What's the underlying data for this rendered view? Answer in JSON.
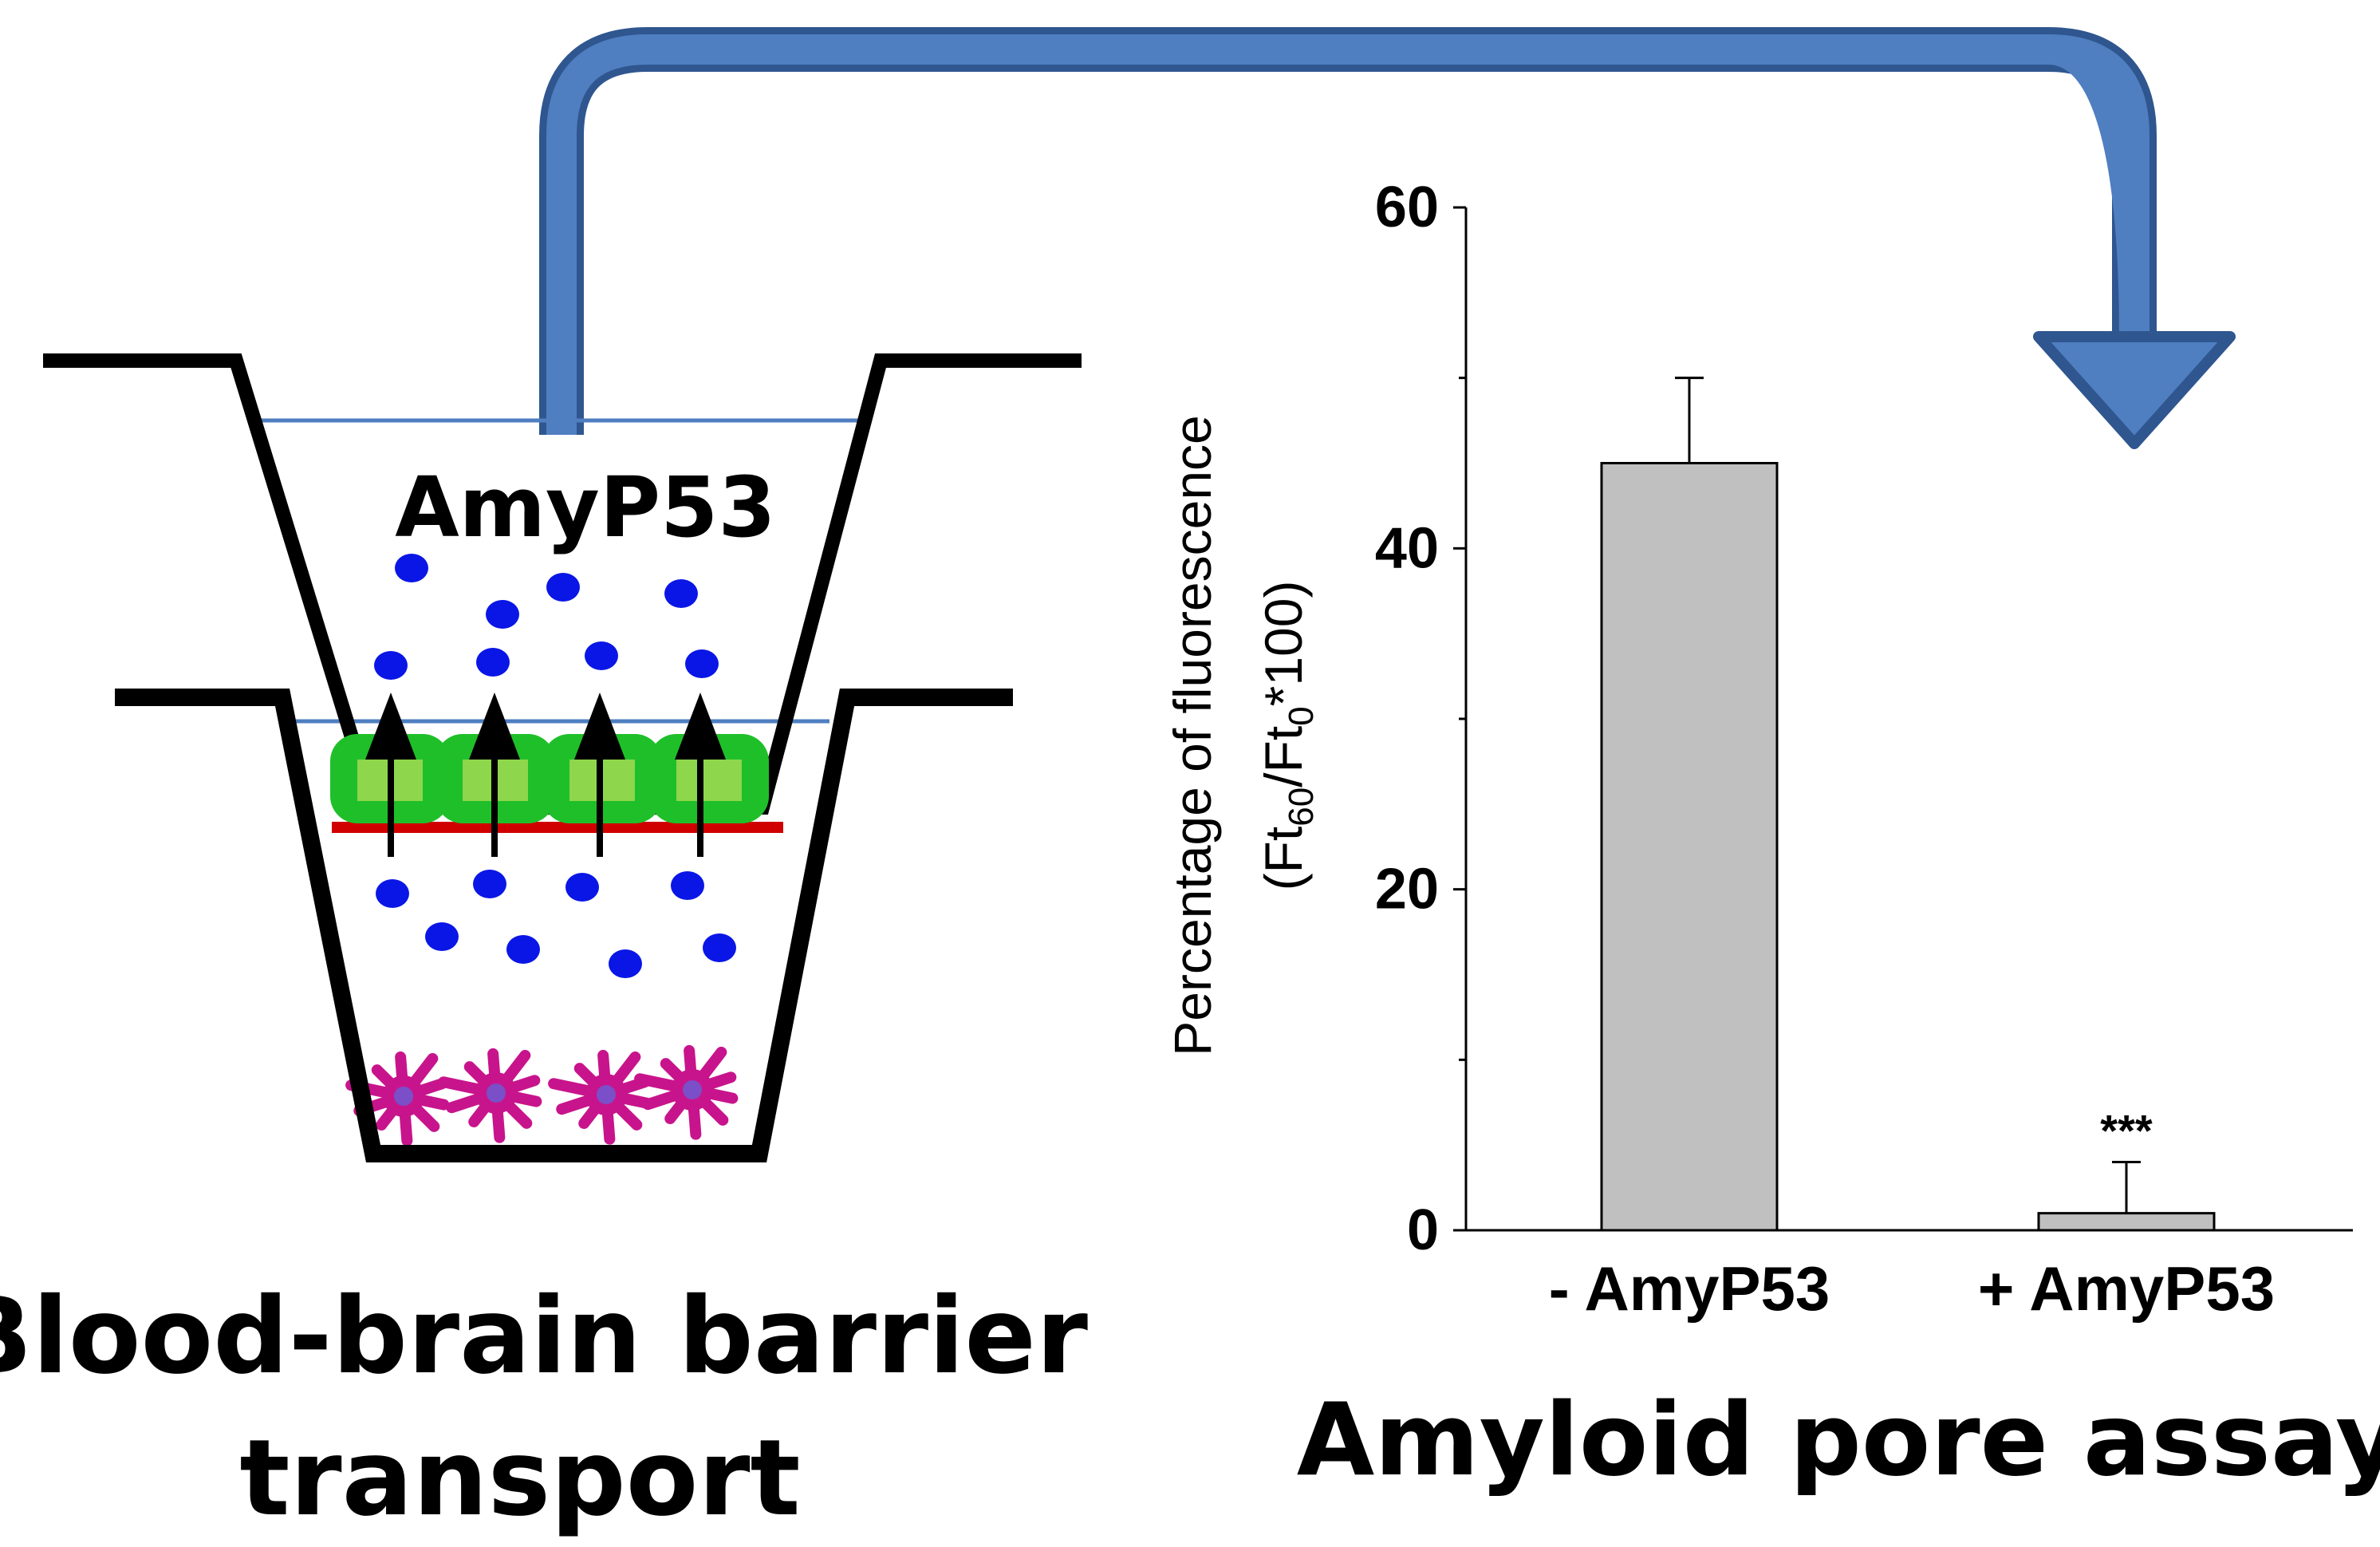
{
  "left_panel": {
    "compound_label": "AmyP53",
    "caption_line1": "Blood-brain barrier",
    "caption_line2": "transport"
  },
  "right_panel": {
    "caption": "Amyloid pore assay"
  },
  "colors": {
    "arrow_fill": "#4F7FC1",
    "arrow_edge": "#2F568F",
    "molecule": "#0A16E6",
    "cell_outer": "#1FBF2A",
    "cell_inner": "#8ED64B",
    "cell_base": "#D10000",
    "astrocyte": "#C8148C",
    "astrocyte_core": "#7A4FC8",
    "media_line": "#4F7FC1",
    "bar_fill": "#C0C0C0",
    "transport_arrow": "#000000"
  },
  "chart_data": {
    "type": "bar",
    "categories": [
      "- AmyP53",
      "+ AmyP53"
    ],
    "values": [
      45,
      1
    ],
    "errors": [
      5,
      3
    ],
    "annotations": [
      "",
      "***"
    ],
    "ylabel_line1": "Percentage of fluorescence",
    "ylabel_line2_parts": [
      "(Ft",
      "60",
      "/Ft",
      "0",
      "*100)"
    ],
    "ylim": [
      0,
      60
    ],
    "yticks": [
      0,
      20,
      40,
      60
    ],
    "yminor": [
      10,
      30,
      50
    ],
    "grid": false
  }
}
